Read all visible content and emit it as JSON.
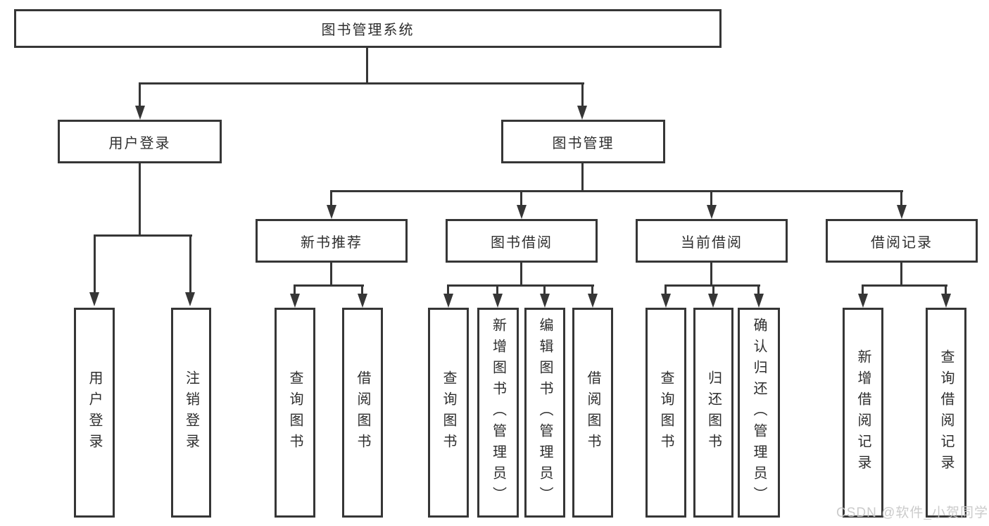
{
  "diagram": {
    "type": "hierarchy-tree",
    "colors": {
      "line": "#363636",
      "text": "#2e2e2e",
      "box_background": "#ffffff",
      "page_background": "#ffffff",
      "watermark": "#c7c7c7"
    },
    "watermark": "CSDN @软件_小贺同学",
    "root": {
      "label": "图书管理系统"
    },
    "branches": [
      {
        "label": "用户登录",
        "children": [
          {
            "label": "用户登录"
          },
          {
            "label": "注销登录"
          }
        ]
      },
      {
        "label": "图书管理",
        "children": [
          {
            "label": "新书推荐",
            "children": [
              {
                "label": "查询图书"
              },
              {
                "label": "借阅图书"
              }
            ]
          },
          {
            "label": "图书借阅",
            "children": [
              {
                "label": "查询图书"
              },
              {
                "label": "新增图书（管理员）"
              },
              {
                "label": "编辑图书（管理员）"
              },
              {
                "label": "借阅图书"
              }
            ]
          },
          {
            "label": "当前借阅",
            "children": [
              {
                "label": "查询图书"
              },
              {
                "label": "归还图书"
              },
              {
                "label": "确认归还（管理员）"
              }
            ]
          },
          {
            "label": "借阅记录",
            "children": [
              {
                "label": "新增借阅记录"
              },
              {
                "label": "查询借阅记录"
              }
            ]
          }
        ]
      }
    ]
  }
}
